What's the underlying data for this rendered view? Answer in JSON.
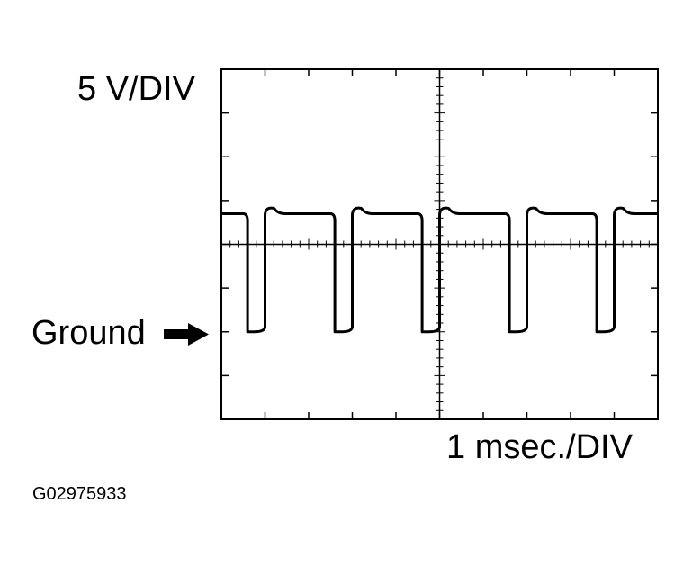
{
  "scale": {
    "voltage_per_div": "5 V/DIV",
    "time_per_div": "1 msec./DIV"
  },
  "reference": {
    "ground_label": "Ground"
  },
  "figure": {
    "id": "G02975933"
  },
  "waveform": {
    "high_level_div": 0.7,
    "low_level_div": -2.0,
    "ground_level_div": -2.0,
    "pulse_period_div": 2.0,
    "pulse_width_div": 0.4,
    "first_pulse_start_div": 0.6,
    "pulse_count": 5,
    "color": "#000000"
  }
}
